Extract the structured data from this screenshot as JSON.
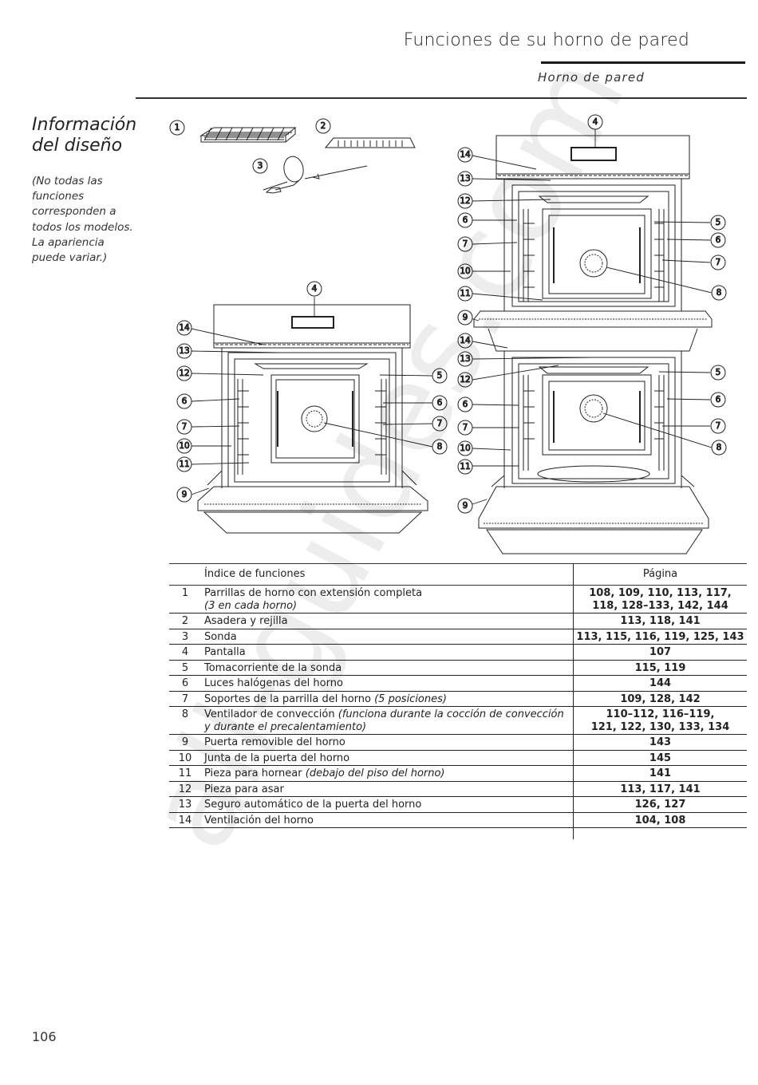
{
  "header": {
    "title": "Funciones de su horno de pared",
    "subtitle": "Horno de pared"
  },
  "section": {
    "title_line1": "Información",
    "title_line2": "del diseño",
    "note": "(No todas las funciones corresponden a todos los modelos. La apariencia puede variar.)"
  },
  "callouts": {
    "c1": "1",
    "c2": "2",
    "c3": "3",
    "c4": "4",
    "c5": "5",
    "c6": "6",
    "c7": "7",
    "c8": "8",
    "c9": "9",
    "c10": "10",
    "c11": "11",
    "c12": "12",
    "c13": "13",
    "c14": "14"
  },
  "table": {
    "header_feature": "Índice de funciones",
    "header_page": "Página",
    "rows": [
      {
        "num": "1",
        "desc": "Parrillas de horno con extensión completa",
        "desc_italic": "(3 en cada horno)",
        "pages": "108, 109, 110, 113, 117,",
        "pages2": "118, 128–133, 142, 144"
      },
      {
        "num": "2",
        "desc": "Asadera y rejilla",
        "pages": "113, 118, 141"
      },
      {
        "num": "3",
        "desc": "Sonda",
        "pages": "113, 115, 116, 119, 125, 143"
      },
      {
        "num": "4",
        "desc": "Pantalla",
        "pages": "107"
      },
      {
        "num": "5",
        "desc": "Tomacorriente de la sonda",
        "pages": "115, 119"
      },
      {
        "num": "6",
        "desc": "Luces halógenas del horno",
        "pages": "144"
      },
      {
        "num": "7",
        "desc": "Soportes de la parrilla del horno",
        "desc_italic": "(5 posiciones)",
        "pages": "109, 128, 142"
      },
      {
        "num": "8",
        "desc": "Ventilador de convección",
        "desc_italic": "(funciona durante la cocción de convección",
        "desc_italic2": "y durante el precalentamiento)",
        "pages": "110–112, 116–119,",
        "pages2": "121, 122, 130, 133, 134"
      },
      {
        "num": "9",
        "desc": "Puerta removible del horno",
        "pages": "143"
      },
      {
        "num": "10",
        "desc": "Junta de la puerta del horno",
        "pages": "145"
      },
      {
        "num": "11",
        "desc": "Pieza para hornear",
        "desc_italic": "(debajo del piso del horno)",
        "pages": "141"
      },
      {
        "num": "12",
        "desc": "Pieza para asar",
        "pages": "113, 117, 141"
      },
      {
        "num": "13",
        "desc": "Seguro automático de la puerta del horno",
        "pages": "126, 127"
      },
      {
        "num": "14",
        "desc": "Ventilación del horno",
        "pages": "104, 108"
      }
    ]
  },
  "page_number": "106",
  "watermark": "all-guides.com"
}
